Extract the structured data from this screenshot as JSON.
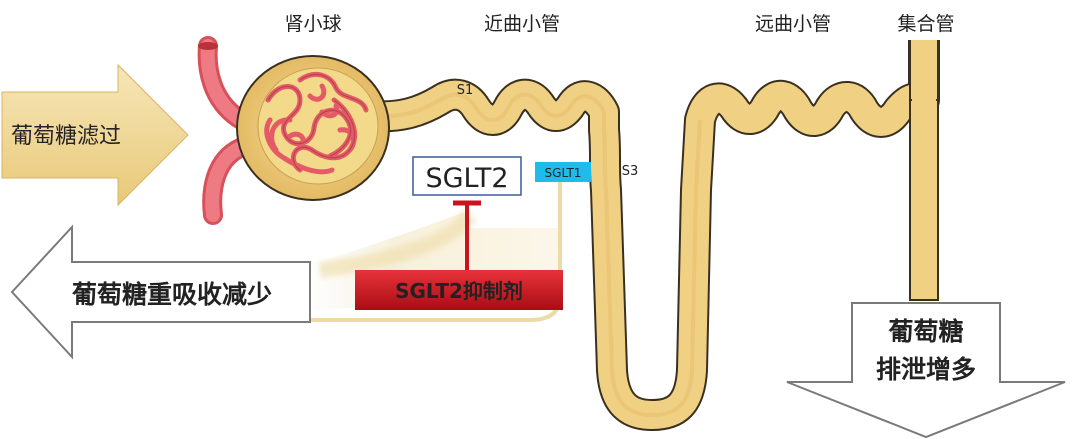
{
  "labels": {
    "glomerulus": "肾小球",
    "proximal_tubule": "近曲小管",
    "distal_tubule": "远曲小管",
    "collecting_duct": "集合管",
    "s1": "S1",
    "s3": "S3",
    "sglt2": "SGLT2",
    "sglt1": "SGLT1",
    "inhibitor": "SGLT2抑制剂",
    "glucose_filtration": "葡萄糖滤过",
    "reabsorption_reduced": "葡萄糖重吸收减少",
    "excretion_line1": "葡萄糖",
    "excretion_line2": "排泄增多"
  },
  "colors": {
    "tubule": "#f0d083",
    "tubule_edge": "#3a3020",
    "vessel": "#e8646e",
    "inhibitor_red": "#c8141e",
    "sglt1_cyan": "#1ebcea",
    "sglt2_box": "#3a5a9a",
    "filtration_arrow": "#f1d89c"
  }
}
